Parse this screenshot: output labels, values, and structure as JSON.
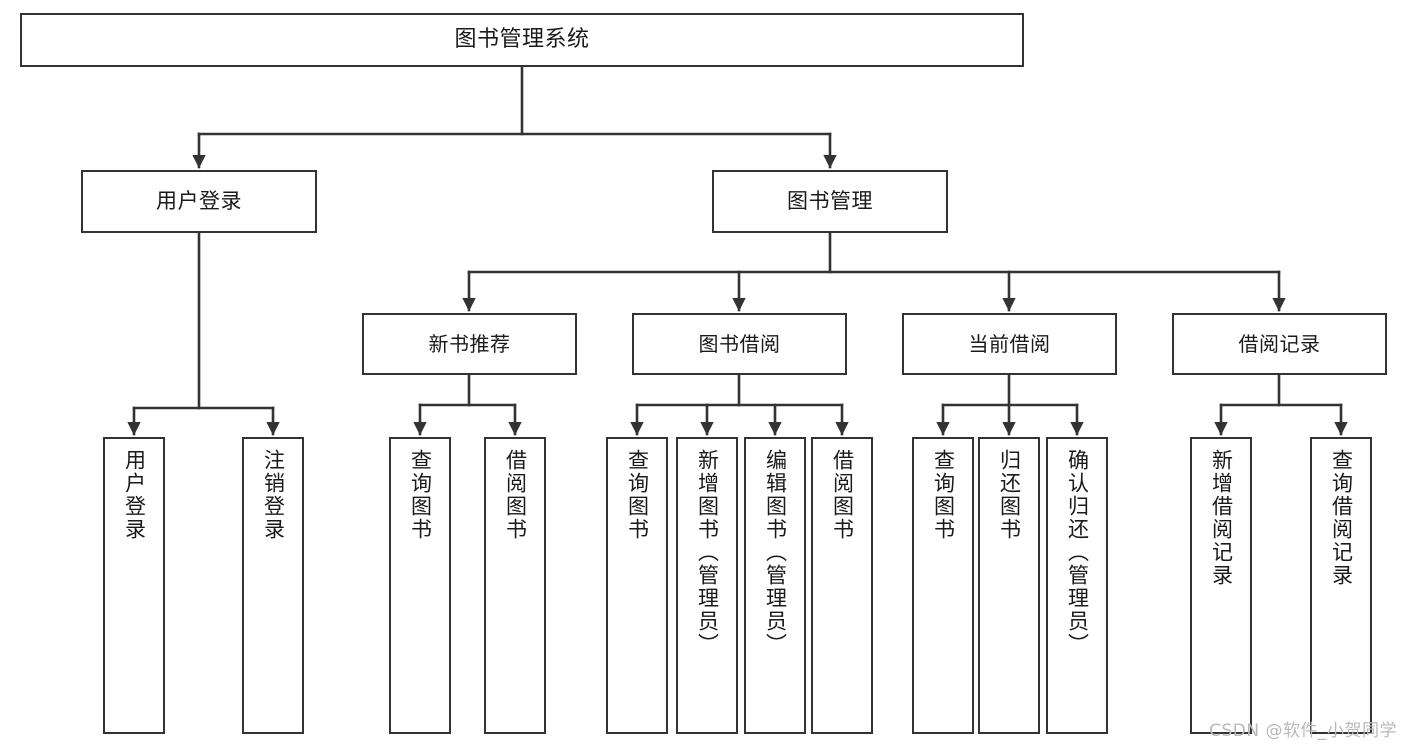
{
  "diagram": {
    "type": "tree-hierarchy",
    "title": "图书管理系统",
    "root": {
      "id": "root",
      "label": "图书管理系统"
    },
    "level1": [
      {
        "id": "user-login",
        "label": "用户登录"
      },
      {
        "id": "book-management",
        "label": "图书管理"
      }
    ],
    "level2": [
      {
        "id": "new-book-recommend",
        "label": "新书推荐",
        "parent": "book-management"
      },
      {
        "id": "book-borrow",
        "label": "图书借阅",
        "parent": "book-management"
      },
      {
        "id": "current-borrow",
        "label": "当前借阅",
        "parent": "book-management"
      },
      {
        "id": "borrow-record",
        "label": "借阅记录",
        "parent": "book-management"
      }
    ],
    "leaves": [
      {
        "id": "leaf-user-login",
        "label": "用户登录",
        "parent": "user-login"
      },
      {
        "id": "leaf-logout",
        "label": "注销登录",
        "parent": "user-login"
      },
      {
        "id": "leaf-query-book-1",
        "label": "查询图书",
        "parent": "new-book-recommend"
      },
      {
        "id": "leaf-borrow-book-1",
        "label": "借阅图书",
        "parent": "new-book-recommend"
      },
      {
        "id": "leaf-query-book-2",
        "label": "查询图书",
        "parent": "book-borrow"
      },
      {
        "id": "leaf-add-book",
        "label": "新增图书（管理员）",
        "parent": "book-borrow"
      },
      {
        "id": "leaf-edit-book",
        "label": "编辑图书（管理员）",
        "parent": "book-borrow"
      },
      {
        "id": "leaf-borrow-book-2",
        "label": "借阅图书",
        "parent": "book-borrow"
      },
      {
        "id": "leaf-query-book-3",
        "label": "查询图书",
        "parent": "current-borrow"
      },
      {
        "id": "leaf-return-book",
        "label": "归还图书",
        "parent": "current-borrow"
      },
      {
        "id": "leaf-confirm-return",
        "label": "确认归还（管理员）",
        "parent": "current-borrow"
      },
      {
        "id": "leaf-add-record",
        "label": "新增借阅记录",
        "parent": "borrow-record"
      },
      {
        "id": "leaf-query-record",
        "label": "查询借阅记录",
        "parent": "borrow-record"
      }
    ]
  },
  "watermark": {
    "text": "CSDN @软件_小贺同学"
  },
  "colors": {
    "stroke": "#333333",
    "background": "#ffffff",
    "text": "#1a1a1a",
    "watermark": "#b9b9b9"
  }
}
